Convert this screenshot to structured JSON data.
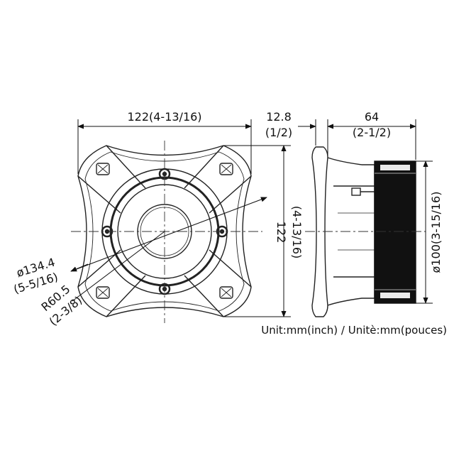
{
  "dimensions": {
    "width_front": "122(4-13/16)",
    "flange_thickness_mm": "12.8",
    "flange_thickness_in": "(1/2)",
    "depth_mm": "64",
    "depth_in": "(2-1/2)",
    "height_mm": "122",
    "height_in": "(4-13/16)",
    "body_diameter": "ø100(3-15/16)",
    "flange_diameter_mm": "ø134.4",
    "flange_diameter_in": "(5-5/16)",
    "radius_mm": "R60.5",
    "radius_in": "(2-3/8)"
  },
  "unit_note": "Unit:mm(inch) / Unitè:mm(pouces)"
}
